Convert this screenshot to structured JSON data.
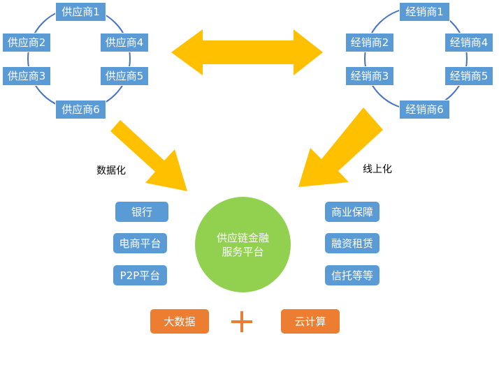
{
  "suppliers": [
    "供应商1",
    "供应商2",
    "供应商4",
    "供应商3",
    "供应商5",
    "供应商6"
  ],
  "distributors": [
    "经销商1",
    "经销商2",
    "经销商4",
    "经销商3",
    "经销商5",
    "经销商6"
  ],
  "labels": {
    "left": "数据化",
    "right": "线上化"
  },
  "center": {
    "line1": "供应链金融",
    "line2": "服务平台"
  },
  "left_services": [
    "银行",
    "电商平台",
    "P2P平台"
  ],
  "right_services": [
    "商业保障",
    "融资租赁",
    "信托等等"
  ],
  "bottom": {
    "left": "大数据",
    "plus": "+",
    "right": "云计算"
  },
  "colors": {
    "node": "#5b9bd5",
    "arrow": "#ffc000",
    "center": "#92d050",
    "orange": "#ed7d31",
    "ring": "#4472c4"
  }
}
